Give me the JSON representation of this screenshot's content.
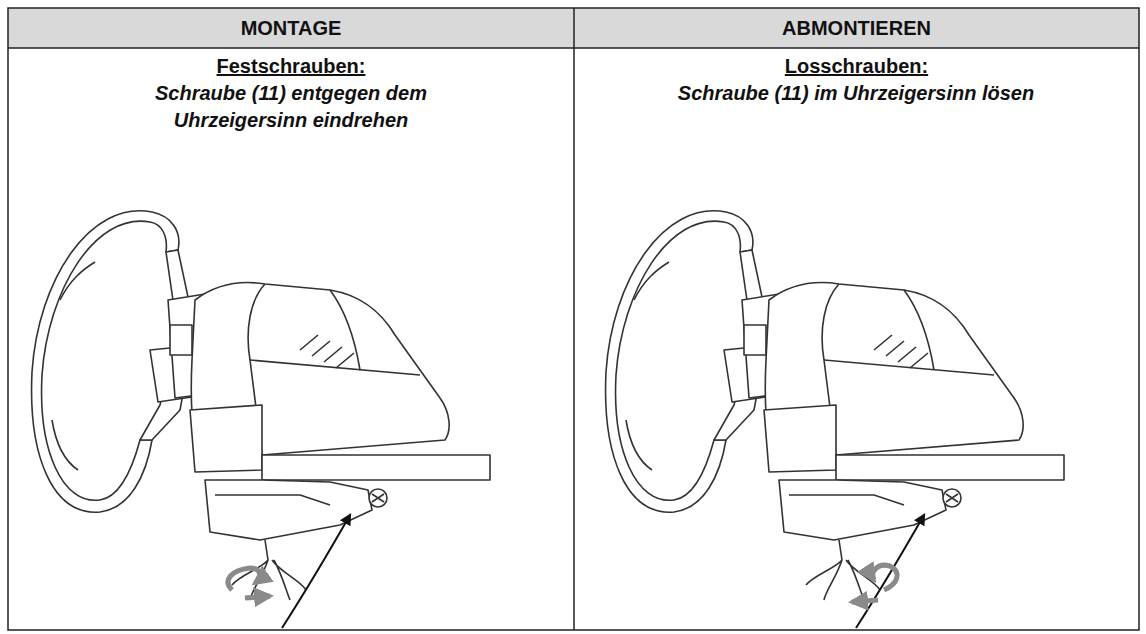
{
  "diagram": {
    "labels": [
      "MONTAGE",
      "ABMONTIEREN",
      "Festschrauben:",
      "Schraube (11) entgegen dem Uhrzeigersinn eindrehen",
      "Losschrauben:",
      "Schraube (11) im Uhrzeigersinn lösen"
    ]
  }
}
